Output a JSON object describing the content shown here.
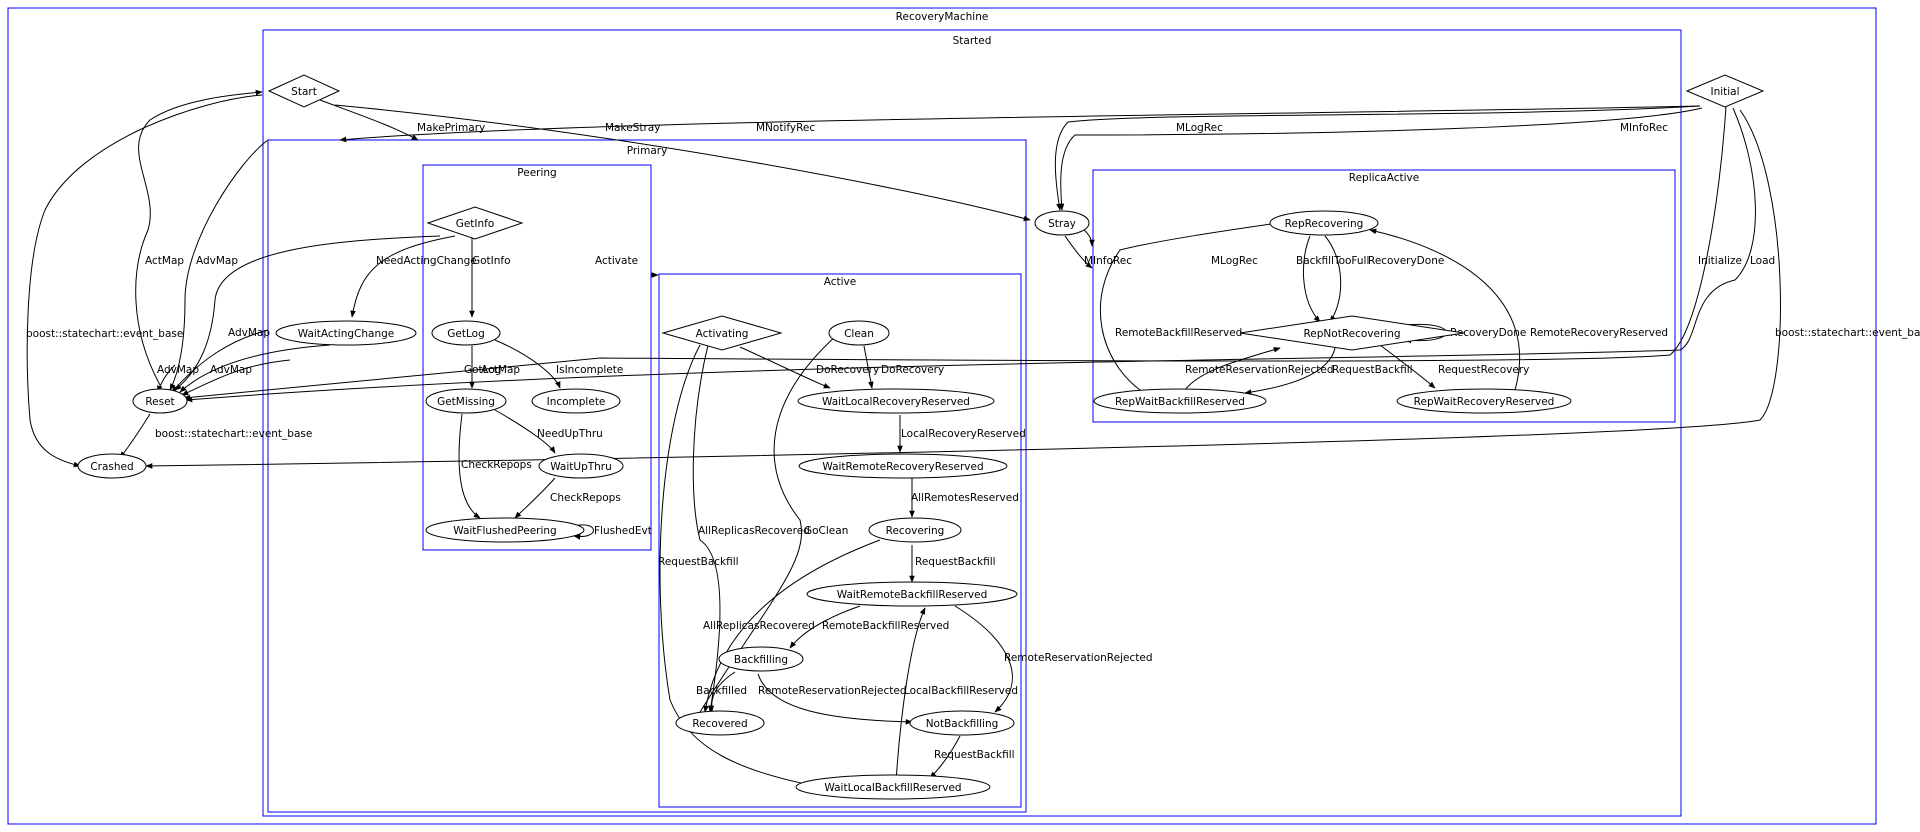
{
  "clusters": {
    "recovery_machine": "RecoveryMachine",
    "started": "Started",
    "primary": "Primary",
    "peering": "Peering",
    "active": "Active",
    "replica_active": "ReplicaActive"
  },
  "nodes": {
    "start": "Start",
    "initial": "Initial",
    "reset": "Reset",
    "crashed": "Crashed",
    "stray": "Stray",
    "getinfo": "GetInfo",
    "getlog": "GetLog",
    "waitactingchange": "WaitActingChange",
    "getmissing": "GetMissing",
    "incomplete": "Incomplete",
    "waitupthru": "WaitUpThru",
    "waitflushedpeering": "WaitFlushedPeering",
    "activating": "Activating",
    "clean": "Clean",
    "waitlocalrecoveryreserved": "WaitLocalRecoveryReserved",
    "waitremoterecoveryreserved": "WaitRemoteRecoveryReserved",
    "recovering": "Recovering",
    "waitremotebackfillreserved": "WaitRemoteBackfillReserved",
    "backfilling": "Backfilling",
    "recovered": "Recovered",
    "notbackfilling": "NotBackfilling",
    "waitlocalbackfillreserved": "WaitLocalBackfillReserved",
    "reprecovering": "RepRecovering",
    "repnotrecovering": "RepNotRecovering",
    "repwaitbackfillreserved": "RepWaitBackfillReserved",
    "repwaitrecoveryreserved": "RepWaitRecoveryReserved"
  },
  "edge_labels": {
    "makeprimary": "MakePrimary",
    "makestray": "MakeStray",
    "mnotifyrec": "MNotifyRec",
    "mlogrec_top": "MLogRec",
    "minforec_top": "MInfoRec",
    "actmap": "ActMap",
    "advmap_1": "AdvMap",
    "advmap_2": "AdvMap",
    "advmap_3": "AdvMap",
    "advmap_4": "AdvMap",
    "event_base_left": "boost::statechart::event_base",
    "event_base_reset": "boost::statechart::event_base",
    "event_base_right": "boost::statechart::event_base",
    "needactingchange": "NeedActingChange",
    "gotinfo": "GotInfo",
    "activate": "Activate",
    "gotlog": "GotLog",
    "actmap_2": "ActMap",
    "isincomplete": "IsIncomplete",
    "needupthru": "NeedUpThru",
    "checkrepops_1": "CheckRepops",
    "checkrepops_2": "CheckRepops",
    "flushedevt": "FlushedEvt",
    "dorecovery_1": "DoRecovery",
    "dorecovery_2": "DoRecovery",
    "localrecoveryreserved": "LocalRecoveryReserved",
    "allremotesreserved": "AllRemotesReserved",
    "allreplicasrecovered_1": "AllReplicasRecovered",
    "goclean": "GoClean",
    "requestbackfill_1": "RequestBackfill",
    "requestbackfill_2": "RequestBackfill",
    "allreplicasrecovered_2": "AllReplicasRecovered",
    "remotebackfillreserved": "RemoteBackfillReserved",
    "remotereservationrejected_1": "RemoteReservationRejected",
    "backfilled": "Backfilled",
    "remotereservationrejected_2": "RemoteReservationRejected",
    "localbackfillreserved": "LocalBackfillReserved",
    "requestbackfill_3": "RequestBackfill",
    "minforec_stray": "MInfoRec",
    "mlogrec_stray": "MLogRec",
    "initialize": "Initialize",
    "load": "Load",
    "backfilltoofull": "BackfillTooFull",
    "recoverydone": "RecoveryDone",
    "recoverydone_self": "RecoveryDone",
    "remoterecoveryreserved": "RemoteRecoveryReserved",
    "remotebackfillreserved_rep": "RemoteBackfillReserved",
    "remotereservationrejected_rep": "RemoteReservationRejected",
    "requestbackfill_rep": "RequestBackfill",
    "requestrecovery": "RequestRecovery"
  }
}
